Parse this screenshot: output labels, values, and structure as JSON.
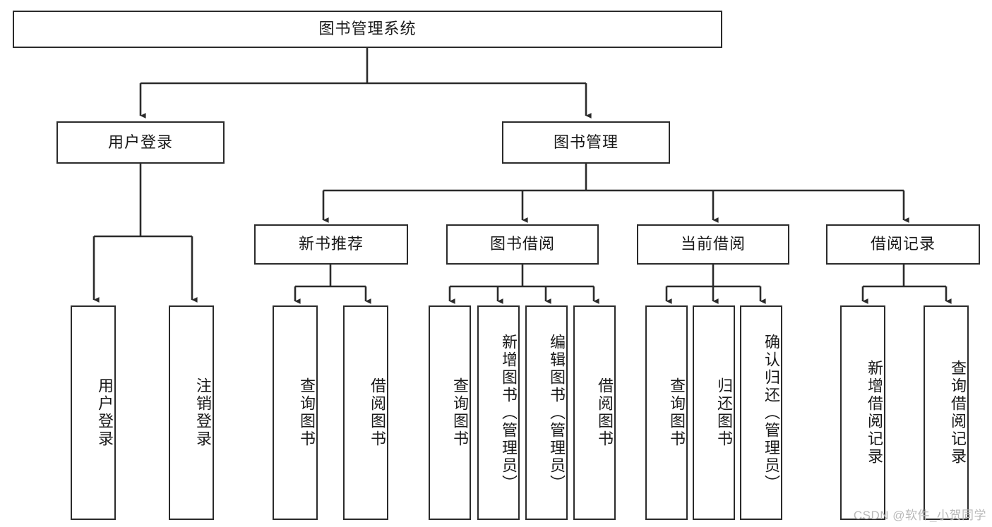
{
  "diagram": {
    "title": "图书管理系统",
    "watermark": "CSDN @软件_小贺同学",
    "line_color": "#2b2b2b",
    "box_fill": "#ffffff",
    "text_color": "#1a1a1a",
    "watermark_color": "#b9b9b9"
  },
  "nodes": {
    "root": {
      "label": "图书管理系统",
      "orientation": "horizontal",
      "level": 0
    },
    "user_login": {
      "label": "用户登录",
      "orientation": "horizontal",
      "level": 1
    },
    "book_manage": {
      "label": "图书管理",
      "orientation": "horizontal",
      "level": 1
    },
    "new_book_rec": {
      "label": "新书推荐",
      "orientation": "horizontal",
      "level": 2
    },
    "book_borrow": {
      "label": "图书借阅",
      "orientation": "horizontal",
      "level": 2
    },
    "current_borrow": {
      "label": "当前借阅",
      "orientation": "horizontal",
      "level": 2
    },
    "borrow_record": {
      "label": "借阅记录",
      "orientation": "horizontal",
      "level": 2
    },
    "leaf_user_login": {
      "label": "用户登录",
      "orientation": "vertical",
      "level": 2
    },
    "leaf_logout": {
      "label": "注销登录",
      "orientation": "vertical",
      "level": 2
    },
    "leaf_query_book_1": {
      "label": "查询图书",
      "orientation": "vertical",
      "level": 3
    },
    "leaf_borrow_book_1": {
      "label": "借阅图书",
      "orientation": "vertical",
      "level": 3
    },
    "leaf_query_book_2": {
      "label": "查询图书",
      "orientation": "vertical",
      "level": 3
    },
    "leaf_add_book": {
      "label": "新增图书（管理员）",
      "orientation": "vertical",
      "level": 3
    },
    "leaf_edit_book": {
      "label": "编辑图书（管理员）",
      "orientation": "vertical",
      "level": 3
    },
    "leaf_borrow_book_2": {
      "label": "借阅图书",
      "orientation": "vertical",
      "level": 3
    },
    "leaf_query_book_3": {
      "label": "查询图书",
      "orientation": "vertical",
      "level": 3
    },
    "leaf_return_book": {
      "label": "归还图书",
      "orientation": "vertical",
      "level": 3
    },
    "leaf_confirm_return": {
      "label": "确认归还（管理员）",
      "orientation": "vertical",
      "level": 3
    },
    "leaf_add_record": {
      "label": "新增借阅记录",
      "orientation": "vertical",
      "level": 3
    },
    "leaf_query_record": {
      "label": "查询借阅记录",
      "orientation": "vertical",
      "level": 3
    }
  },
  "hierarchy": {
    "图书管理系统": [
      "用户登录",
      "图书管理"
    ],
    "用户登录": [
      "用户登录",
      "注销登录"
    ],
    "图书管理": [
      "新书推荐",
      "图书借阅",
      "当前借阅",
      "借阅记录"
    ],
    "新书推荐": [
      "查询图书",
      "借阅图书"
    ],
    "图书借阅": [
      "查询图书",
      "新增图书（管理员）",
      "编辑图书（管理员）",
      "借阅图书"
    ],
    "当前借阅": [
      "查询图书",
      "归还图书",
      "确认归还（管理员）"
    ],
    "借阅记录": [
      "新增借阅记录",
      "查询借阅记录"
    ]
  }
}
